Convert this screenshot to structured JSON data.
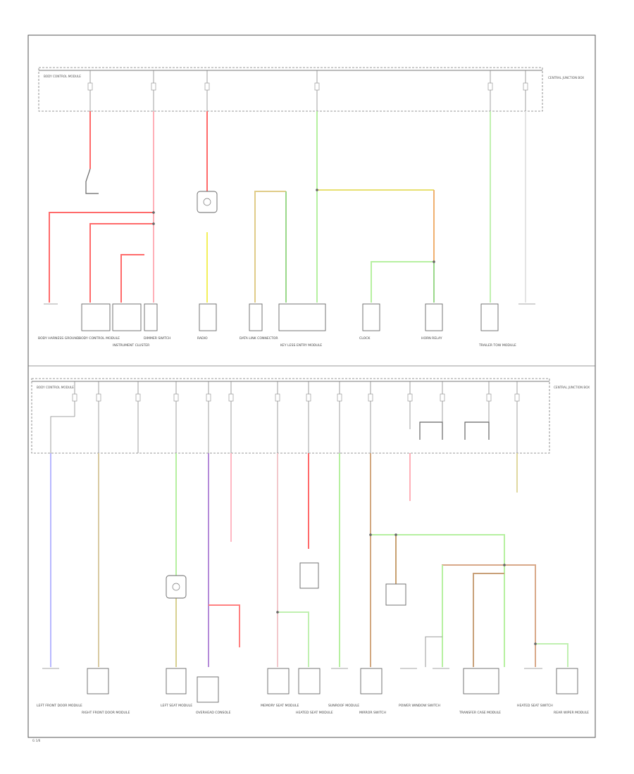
{
  "page_label": "G 1/6",
  "colors": {
    "red": "#ff6a6a",
    "pink": "#ffb0b8",
    "yellow": "#f3f05a",
    "green": "#b6f0a0",
    "tan": "#d8c9a0",
    "blue": "#b8b8ff",
    "purple": "#b48ad8",
    "lightpink": "#f2c8cc",
    "brown": "#d2a880",
    "gray": "#9a9a9a",
    "orange": "#f0b070"
  },
  "top_section": {
    "left_box_label": "BODY CONTROL MODULE",
    "right_box_label": "CENTRAL JUNCTION BOX",
    "components": [
      {
        "label": "BODY HARNESS GROUND"
      },
      {
        "label": "BODY CONTROL MODULE"
      },
      {
        "label": "INSTRUMENT CLUSTER"
      },
      {
        "label": "DIMMER SWITCH"
      },
      {
        "label": "RADIO"
      },
      {
        "label": "DATA LINK CONNECTOR"
      },
      {
        "label": "KEY LESS ENTRY MODULE"
      },
      {
        "label": "CLOCK"
      },
      {
        "label": "HORN RELAY"
      },
      {
        "label": "TRAILER TOW MODULE"
      }
    ]
  },
  "bottom_section": {
    "left_box_label": "BODY CONTROL MODULE",
    "right_box_label": "CENTRAL JUNCTION BOX",
    "components": [
      {
        "label": "LEFT FRONT DOOR MODULE"
      },
      {
        "label": "RIGHT FRONT DOOR MODULE"
      },
      {
        "label": "LEFT SEAT MODULE"
      },
      {
        "label": "OVERHEAD CONSOLE"
      },
      {
        "label": "MEMORY SEAT MODULE"
      },
      {
        "label": "HEATED SEAT MODULE"
      },
      {
        "label": "SUNROOF MODULE"
      },
      {
        "label": "MIRROR SWITCH"
      },
      {
        "label": "POWER WINDOW SWITCH"
      },
      {
        "label": "TRANSFER CASE MODULE"
      },
      {
        "label": "HEATED SEAT SWITCH"
      },
      {
        "label": "REAR WIPER MODULE"
      }
    ]
  }
}
